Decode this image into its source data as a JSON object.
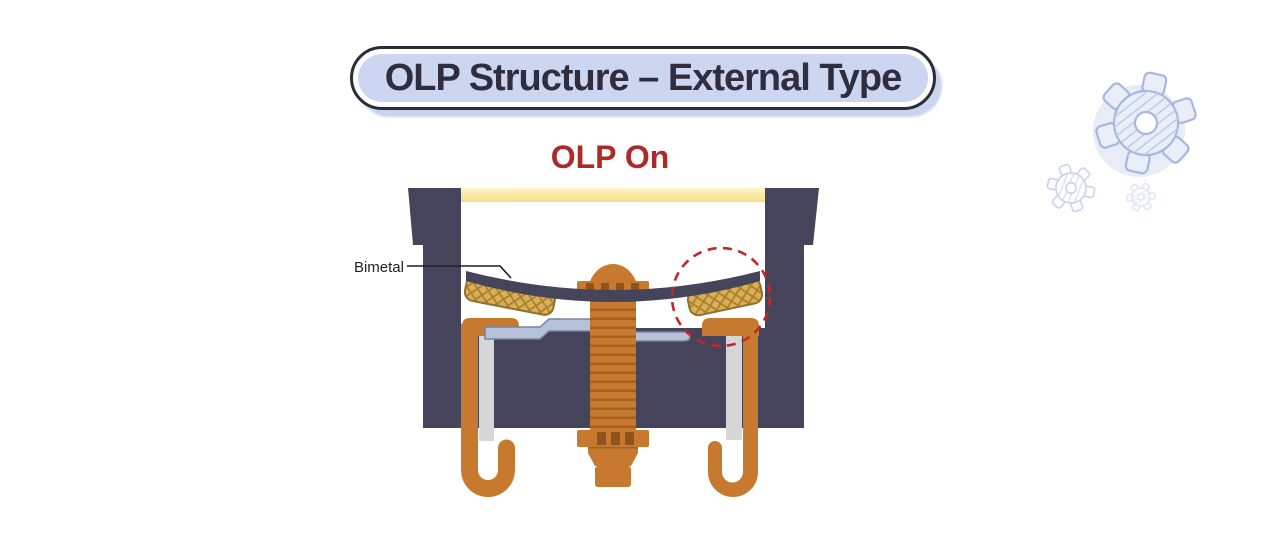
{
  "title": {
    "label": "OLP Structure – External Type"
  },
  "state": {
    "label": "OLP On"
  },
  "diagram": {
    "bimetal_label": "Bimetal"
  },
  "decor_icons": [
    "gear-icon-large",
    "gear-icon-medium",
    "gear-icon-small"
  ],
  "palette": {
    "navy": "#45445A",
    "yellowPale": "#FDF4CA",
    "yellowDeep": "#F7E083",
    "orange": "#C6792F",
    "orangeDark": "#A2611F",
    "orangeDeep": "#8C5420",
    "gold": "#DCAF55",
    "goldLine": "#A5802F",
    "goldBorder": "#8F7030",
    "steel": "#B6C2D8",
    "steelEdge": "#77839F",
    "grayPin": "#D6D6D6",
    "redHighlight": "#C1272D",
    "titleBg": "#CCD6F1",
    "titleBorder": "#2C2B3C",
    "titleShadow": "#C9D4EF",
    "inkDark": "#302E3E",
    "stateRed": "#AC2A28",
    "labelInk": "#222222",
    "leader": "#1F1F1F",
    "gearFill": "#E9EEF9",
    "gearStroke": "#A6B8E0",
    "gearHatch": "#BFCCEA",
    "gearStrokeMd": "#C6D2EE",
    "gearHatchMd": "#D9E1F3",
    "gearStrokeSm": "#DCE3F4",
    "gearHatchSm": "#E7ECF8",
    "gearShadow": "#E7ECF7"
  }
}
